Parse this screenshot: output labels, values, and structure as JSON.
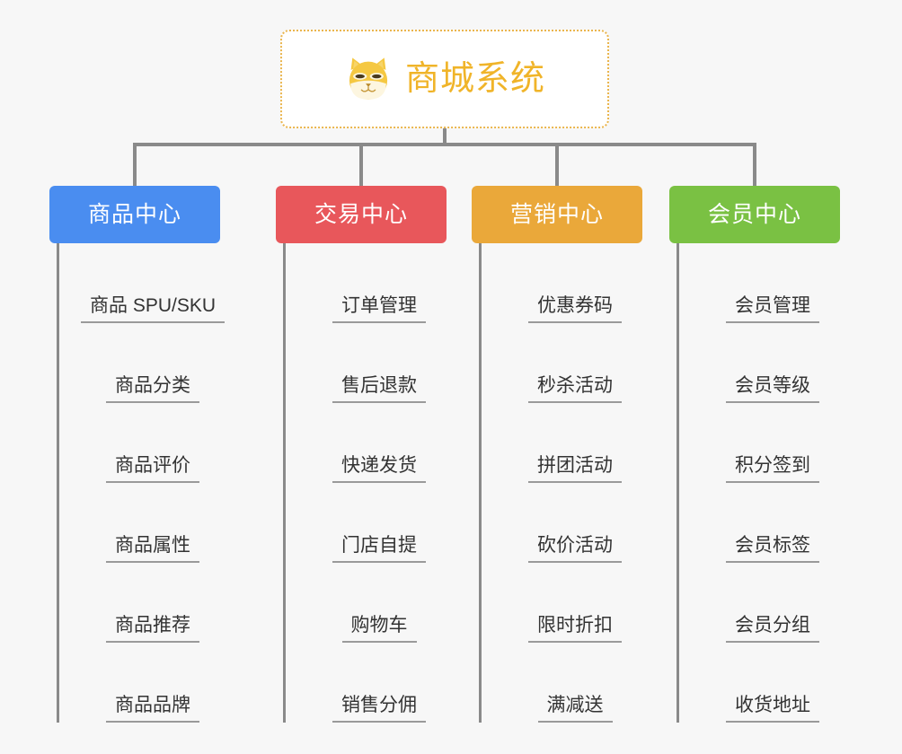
{
  "diagram": {
    "title": "商城系统",
    "root": {
      "label": "商城系统",
      "icon": "shiba-dog-icon",
      "border_color": "#eab54d",
      "text_color": "#f0b429",
      "background": "#ffffff"
    },
    "background_color": "#f7f7f7",
    "connector_color": "#8a8a8a",
    "leaf_text_color": "#333333",
    "leaf_rule_color": "#9a9a9a",
    "columns": [
      {
        "label": "商品中心",
        "color": "#4a8df0",
        "items": [
          "商品 SPU/SKU",
          "商品分类",
          "商品评价",
          "商品属性",
          "商品推荐",
          "商品品牌"
        ]
      },
      {
        "label": "交易中心",
        "color": "#e8575b",
        "items": [
          "订单管理",
          "售后退款",
          "快递发货",
          "门店自提",
          "购物车",
          "销售分佣"
        ]
      },
      {
        "label": "营销中心",
        "color": "#eaa83a",
        "items": [
          "优惠券码",
          "秒杀活动",
          "拼团活动",
          "砍价活动",
          "限时折扣",
          "满减送"
        ]
      },
      {
        "label": "会员中心",
        "color": "#7ac143",
        "items": [
          "会员管理",
          "会员等级",
          "积分签到",
          "会员标签",
          "会员分组",
          "收货地址"
        ]
      }
    ]
  }
}
